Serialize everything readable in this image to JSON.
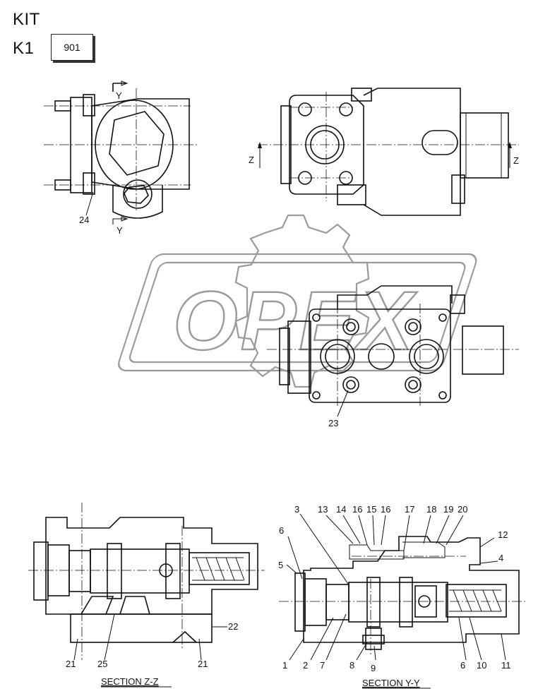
{
  "header": {
    "title": "KIT",
    "code": "K1",
    "badge": "901"
  },
  "watermark": "OPEX",
  "views": {
    "top_left": {
      "section_arrow_top": "Y",
      "section_arrow_bottom": "Y",
      "callouts": [
        "24"
      ]
    },
    "top_right": {
      "section_arrow_left": "Z",
      "section_arrow_right": "Z"
    },
    "middle": {
      "callouts": [
        "23"
      ]
    },
    "section_zz": {
      "caption": "SECTION Z-Z",
      "callouts": [
        "22",
        "21",
        "25",
        "21"
      ]
    },
    "section_yy": {
      "caption": "SECTION Y-Y",
      "callouts_top": [
        "3",
        "13",
        "14",
        "16",
        "15",
        "16",
        "17",
        "18",
        "19",
        "20"
      ],
      "callouts_side": [
        "6",
        "5",
        "12",
        "4"
      ],
      "callouts_bottom": [
        "1",
        "2",
        "7",
        "8",
        "9",
        "6",
        "10",
        "11"
      ]
    }
  }
}
